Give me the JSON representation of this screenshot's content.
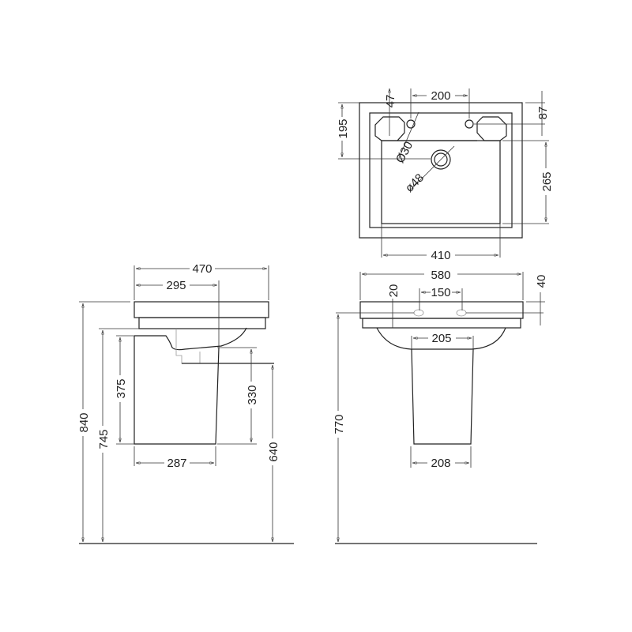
{
  "drawing": {
    "type": "technical-drawing",
    "subject": "pedestal basin",
    "units": "mm"
  },
  "top_view": {
    "dims": {
      "tap_hole_offset": "47",
      "tap_spacing": "200",
      "rear_depth": "87",
      "front_to_waste": "195",
      "tap_hole_dia": "Ø30",
      "waste_dia": "ø48",
      "bowl_depth": "265",
      "bowl_width": "410"
    }
  },
  "side_view": {
    "dims": {
      "overall_depth": "470",
      "wall_to_centre": "295",
      "overall_height": "840",
      "pedestal_height": "745",
      "pedestal_top": "375",
      "waste_height_from_base": "330",
      "floor_to_waste": "640",
      "pedestal_depth": "287"
    }
  },
  "front_view": {
    "dims": {
      "overall_width": "580",
      "rim_thickness": "40",
      "tap_inset": "20",
      "overflow_spacing": "150",
      "bowl_base_width": "205",
      "pedestal_base_width": "208",
      "rim_height": "770"
    }
  }
}
